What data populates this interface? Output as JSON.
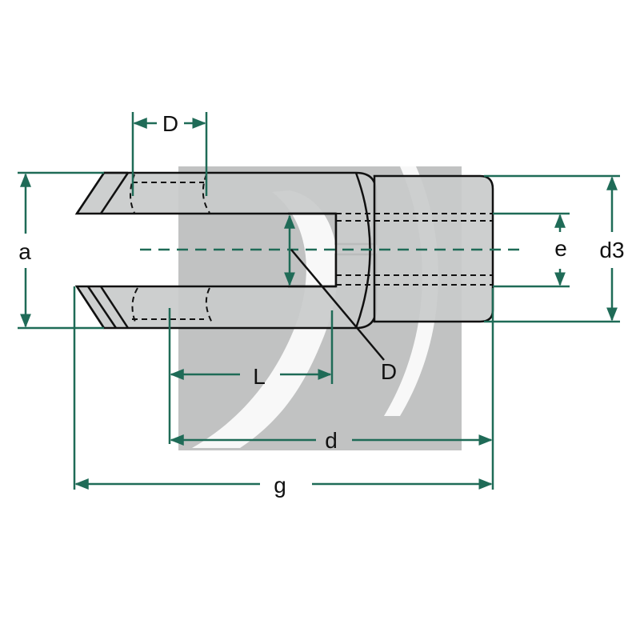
{
  "diagram": {
    "part": "clevis-fork",
    "colors": {
      "body": "#c9cbcb",
      "watermark": "#8f9191",
      "dimension": "#1f6b57",
      "outline": "#111111"
    },
    "labels": {
      "D_top": "D",
      "a": "a",
      "d3": "d3",
      "e": "e",
      "D_pin": "D",
      "L": "L",
      "d": "d",
      "g": "g"
    }
  }
}
